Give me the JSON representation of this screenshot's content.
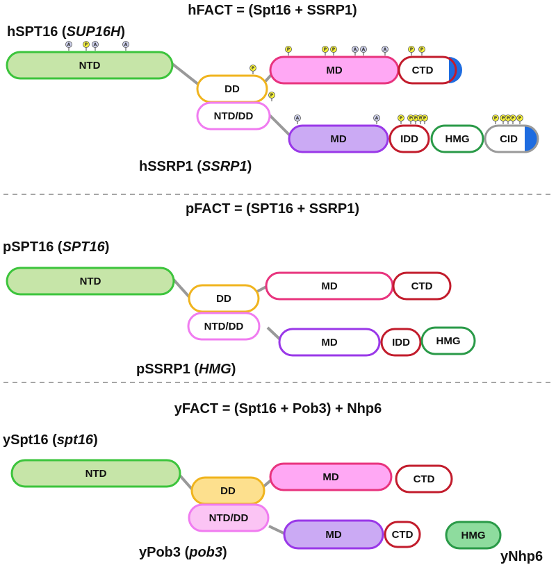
{
  "titles": {
    "human": "hFACT = (Spt16 + SSRP1)",
    "plant": "pFACT = (SPT16 + SSRP1)",
    "yeast": "yFACT = (Spt16 + Pob3) + Nhp6"
  },
  "proteins": {
    "hSPT16": {
      "name": "hSPT16 (",
      "gene": "SUP16H",
      "close": ")"
    },
    "hSSRP1": {
      "name": "hSSRP1 (",
      "gene": "SSRP1",
      "close": ")"
    },
    "pSPT16": {
      "name": "pSPT16 (",
      "gene": "SPT16",
      "close": ")"
    },
    "pSSRP1": {
      "name": "pSSRP1 (",
      "gene": "HMG",
      "close": ")"
    },
    "ySpt16": {
      "name": "ySpt16 (",
      "gene": "spt16",
      "close": ")"
    },
    "yPob3": {
      "name": "yPob3 (",
      "gene": "pob3",
      "close": ")"
    },
    "yNhp6": {
      "name": "yNhp6"
    }
  },
  "domains": {
    "NTD": "NTD",
    "DD": "DD",
    "NTD_DD": "NTD/DD",
    "MD": "MD",
    "CTD": "CTD",
    "IDD": "IDD",
    "HMG": "HMG",
    "CID": "CID"
  },
  "ptm": {
    "phospho": "P",
    "acetyl": "A"
  },
  "colors": {
    "ntd_fill": "#c6e5a8",
    "ntd_stroke": "#3cc43c",
    "dd_stroke": "#f0b41e",
    "dd_fill_yeast": "#fde08e",
    "ntddd_stroke": "#f07cf0",
    "ntddd_fill_yeast": "#fbc4f4",
    "md_spt16_stroke": "#e8347e",
    "md_spt16_fill": "#ffa8f4",
    "md_ssrp1_stroke": "#9a38e8",
    "md_ssrp1_fill": "#cbaaf4",
    "ctd_stroke": "#c21c2c",
    "hmg_stroke": "#2a9a48",
    "hmg_fill_yeast": "#8edc9e",
    "cid_stroke": "#9a9a9a",
    "cid_cap": "#1e6ce0",
    "linker": "#999999",
    "divider": "#888888",
    "phospho_fill": "#f6f23a",
    "acetyl_fill": "#cfd2ee"
  }
}
